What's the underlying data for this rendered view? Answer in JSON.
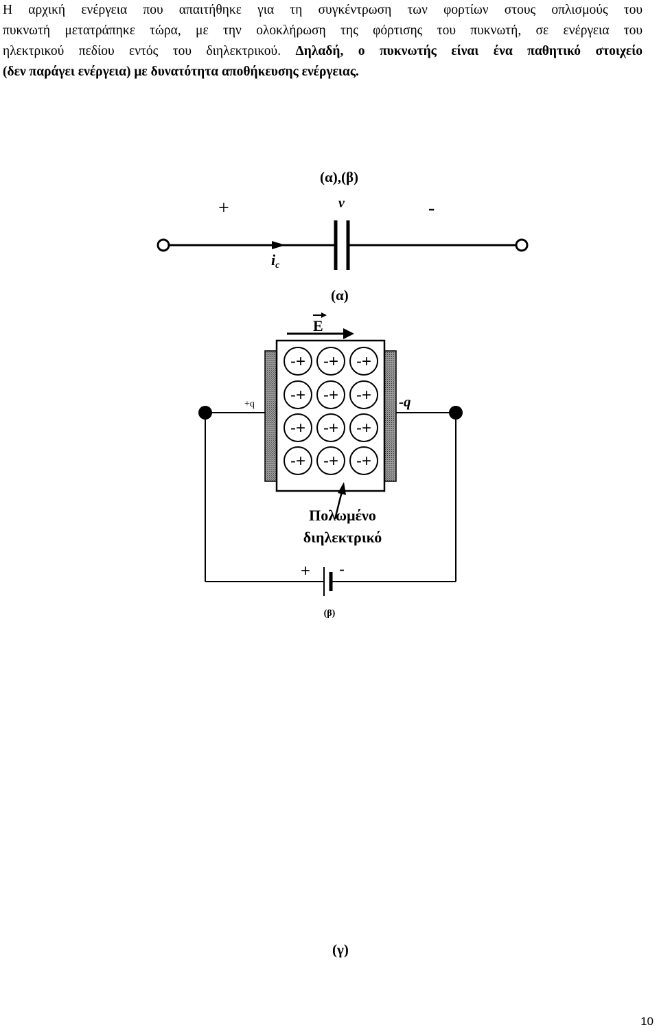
{
  "paragraph": {
    "line1": "Η αρχική ενέργεια που απαιτήθηκε για τη συγκέντρωση των φορτίων στους οπλισμούς του",
    "line2": "πυκνωτή μετατράπηκε τώρα, με την ολοκλήρωση της φόρτισης του πυκνωτή, σε ενέργεια του",
    "line3_normal": "ηλεκτρικού πεδίου εντός του διηλεκτρικού.",
    "line3_bold": "Δηλαδή, ο πυκνωτής είναι ένα παθητικό στοιχείο",
    "line4_bold": "(δεν παράγει ενέργεια) με δυνατότητα αποθήκευσης ενέργειας."
  },
  "figure": {
    "top_caption": "(α),(β)",
    "plus_sign": "+",
    "minus_sign": "-",
    "voltage_label": "v",
    "current_label_main": "i",
    "current_label_sub": "c",
    "label_a": "(α)",
    "field_label": "E",
    "plus_q": "+q",
    "minus_q": "-q",
    "dipole_text": "-+",
    "dielectric_line1": "Πολωμένο",
    "dielectric_line2": "διηλεκτρικό",
    "battery_plus": "+",
    "battery_minus": "-",
    "label_b": "(β)"
  },
  "bottom_caption": "(γ)",
  "page_number": "10"
}
